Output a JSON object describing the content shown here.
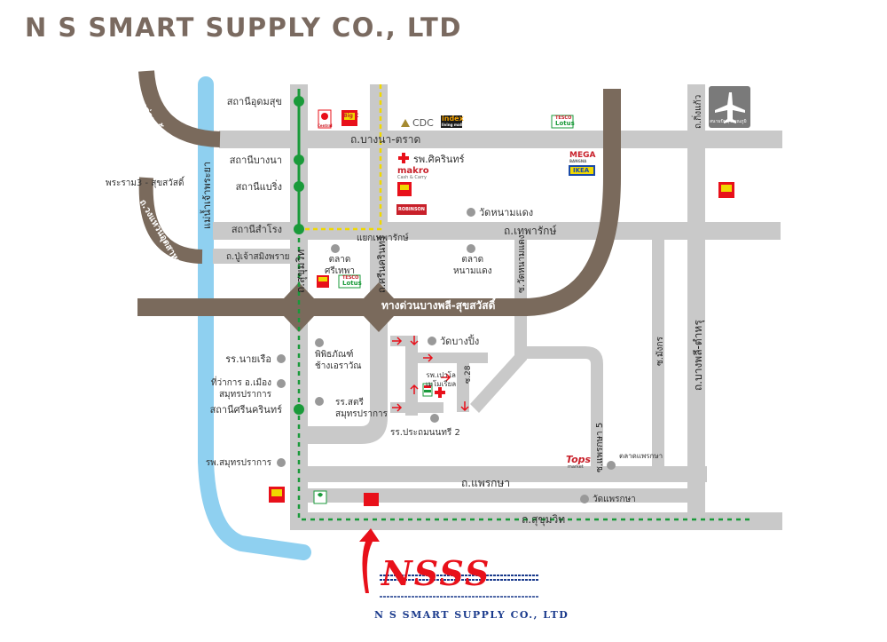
{
  "title": "N S SMART SUPPLY CO., LTD",
  "company_logo": {
    "mark": "NSSS",
    "name": "N S SMART SUPPLY CO., LTD"
  },
  "colors": {
    "road": "#c9c9c9",
    "expressway": "#7a6a5c",
    "river": "#8fd0f0",
    "bts_line": "#1a9a3a",
    "yellow_line": "#f0d800",
    "location_marker": "#e8101a",
    "arrow": "#e8101a",
    "title": "#7a6a60"
  },
  "roads": {
    "bangna_trat": "ถ.บางนา-ตราด",
    "theparak": "ถ.เทพารักษ์",
    "sukhumvit_v": "ถ.สุขุมวิท",
    "sukhumvit_h": "ถ.สุขุมวิท",
    "srinakarin": "ถ.ศรีนครินทร์",
    "phraeksa": "ถ.แพรกษา",
    "pu_chao": "ถ.ปู่เจ้าสมิงพราย",
    "bangphli_tamru": "ถ.บางพลี-ตำหรุ",
    "king_kaeo": "ถ.กิ่งแก้ว",
    "soi_wat_nam_daeng": "ซ.วัดหนามแดง",
    "soi_28": "ซ.28",
    "soi_phraeksa5": "ซ.แพรกษา 5",
    "soi_mangkorn": "ซ.มังกร",
    "theparak_junction": "แยกเทพารักษ์"
  },
  "expressways": {
    "chalerm_maha_nakhon": "ทางด่วนขั้นที่ 1",
    "kanchanaphisek": "ถ.วงแหวนอุตสาหกรรม",
    "bangphli_suksawat": "ทางด่วนบางพลี-สุขสวัสดิ์"
  },
  "river": "แม่น้ำเจ้าพระยา",
  "rama3": "พระราม3 - สุขสวัสดิ์",
  "stations": [
    "สถานีอุดมสุข",
    "สถานีบางนา",
    "สถานีแบริ่ง",
    "สถานีสำโรง",
    "สถานีศรีนครินทร์"
  ],
  "places": {
    "samitivej": "รพ.ศิครินทร์",
    "wat_nam_daeng": "วัดหนามแดง",
    "talad_sri_thepha": "ตลาด\nศรีเทพา",
    "talad_nam_daeng": "ตลาด\nหนามแดง",
    "museum": "พิพิธภัณฑ์\nช้างเอราวัณ",
    "navy_school": "รร.นายเรือ",
    "district_office": "ที่ว่าการ อ.เมือง\nสมุทรปราการ",
    "women_school": "รร.สตรี\nสมุทรปราการ",
    "wat_bang_ping": "วัดบางปิ้ง",
    "hospital_central": "รพ.เปาโล\nเมโมเรียล",
    "pratan_school": "รร.ประถมนนทรี 2",
    "samut_hospital": "รพ.สมุทรปราการ",
    "talad_phraeksa": "ตลาดแพรกษา",
    "wat_phraeksa": "วัดแพรกษา"
  },
  "brands": {
    "cdc": "CDC",
    "index": "index",
    "index_sub": "living mall",
    "makro": "makro",
    "makro_sub": "Cash & Carry",
    "mega": "MEGA",
    "mega_sub": "BANGNA",
    "ikea": "IKEA",
    "tesco": "TESCO",
    "lotus": "Lotus",
    "tops": "Tops",
    "tops_sub": "market",
    "big_c": "Big C",
    "central": "Central",
    "robinson": "ROBINSON"
  },
  "airport": {
    "caption": "สนามบินสุวรรณภูมิ"
  }
}
